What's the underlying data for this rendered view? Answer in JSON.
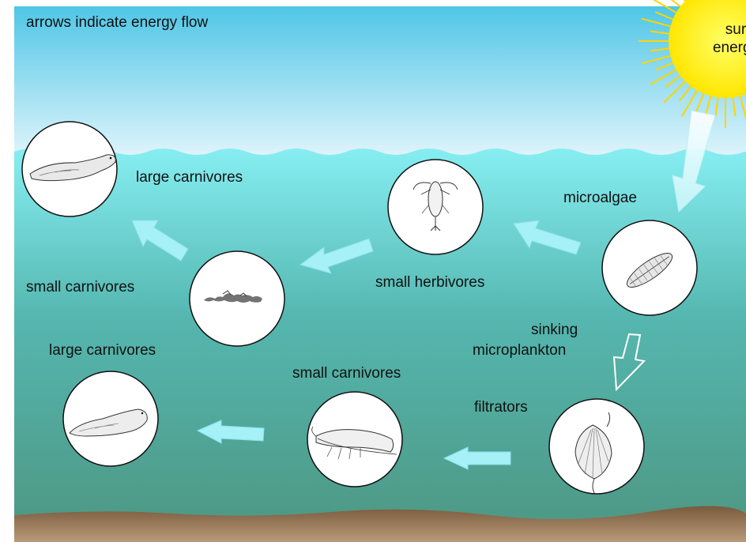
{
  "caption": "arrows indicate energy flow",
  "sun": {
    "line1": "sun",
    "line2": "energy",
    "shown_line1": "sur",
    "shown_line2": "energy"
  },
  "labels": {
    "large_carnivores_top": "large carnivores",
    "microalgae": "microalgae",
    "small_carnivores_left": "small carnivores",
    "small_herbivores": "small herbivores",
    "sinking_line1": "sinking",
    "sinking_line2": "microplankton",
    "large_carnivores_bottom": "large carnivores",
    "small_carnivores_bottom": "small carnivores",
    "filtrators": "filtrators"
  },
  "colors": {
    "sky_top": "#4fc6e6",
    "sky_bottom": "#dff4fb",
    "water_top": "#7fe9ef",
    "water_bottom": "#4f9a86",
    "seabed": "#8a6a48",
    "arrow_fill": "#a6f0f8",
    "sun": "#ffee33",
    "sun_rays": "#ffd400"
  },
  "icons": [
    "seal-icon",
    "copepod-icon",
    "fish-school-icon",
    "diatom-icon",
    "shrimp-icon",
    "scallop-icon",
    "seal-resting-icon"
  ]
}
